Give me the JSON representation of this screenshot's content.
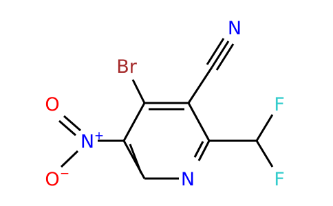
{
  "molecule": {
    "atoms": {
      "bromine": "Br",
      "nitrile_nitrogen": "N",
      "ring_nitrogen": "N",
      "fluorine_top": "F",
      "fluorine_bottom": "F",
      "nitro_nitrogen": "N",
      "nitro_oxygen_top": "O",
      "nitro_oxygen_bottom": "O"
    },
    "charges": {
      "nitro_nitrogen": "+",
      "nitro_oxygen_bottom": "−"
    }
  },
  "colors": {
    "bond": "#000000",
    "bromine": "#a52a2a",
    "nitrogen": "#0000ff",
    "oxygen": "#ff0000",
    "fluorine": "#33cccc"
  }
}
